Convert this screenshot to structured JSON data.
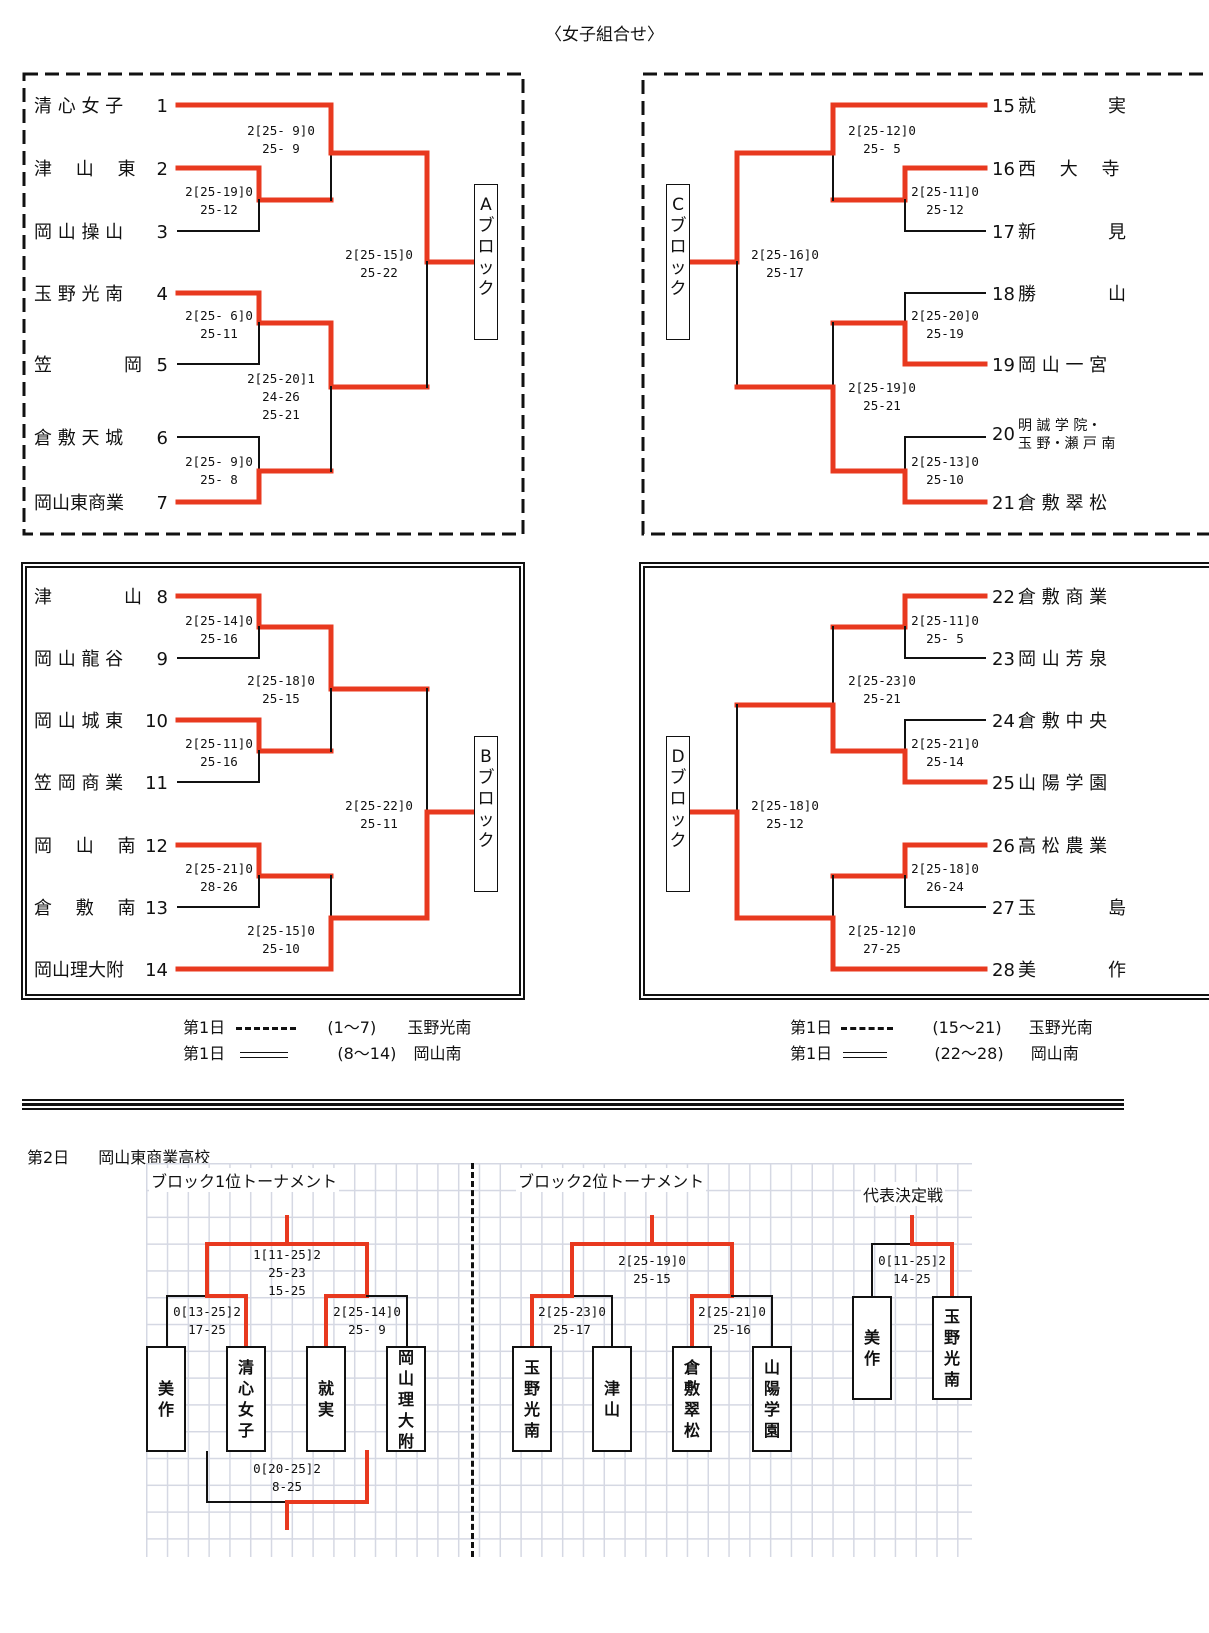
{
  "title": "〈女子組合せ〉",
  "colors": {
    "winner_line": "#e8391f",
    "loser_line": "#111111",
    "grid": "#d5d8e3"
  },
  "day1": {
    "blocks": [
      {
        "id": "A",
        "label": "Aブロック",
        "teams": [
          {
            "no": "1",
            "name": "清 心 女 子"
          },
          {
            "no": "2",
            "name": "津　 山　 東"
          },
          {
            "no": "3",
            "name": "岡 山 操 山"
          },
          {
            "no": "4",
            "name": "玉 野 光 南"
          },
          {
            "no": "5",
            "name": "笠　　　　岡"
          },
          {
            "no": "6",
            "name": "倉 敷 天 城"
          },
          {
            "no": "7",
            "name": "岡山東商業"
          }
        ],
        "scores": [
          "2[25- 9]0\n25- 9",
          "2[25-19]0\n25-12",
          "2[25-15]0\n25-22",
          "2[25- 6]0\n25-11",
          "2[25-20]1\n24-26\n25-21",
          "2[25- 9]0\n25- 8"
        ]
      },
      {
        "id": "B",
        "label": "Bブロック",
        "teams": [
          {
            "no": "8",
            "name": "津　　　　山"
          },
          {
            "no": "9",
            "name": "岡 山 龍 谷"
          },
          {
            "no": "10",
            "name": "岡 山 城 東"
          },
          {
            "no": "11",
            "name": "笠 岡 商 業"
          },
          {
            "no": "12",
            "name": "岡　 山　 南"
          },
          {
            "no": "13",
            "name": "倉　 敷　 南"
          },
          {
            "no": "14",
            "name": "岡山理大附"
          }
        ],
        "scores": [
          "2[25-14]0\n25-16",
          "2[25-18]0\n25-15",
          "2[25-11]0\n25-16",
          "2[25-22]0\n25-11",
          "2[25-21]0\n28-26",
          "2[25-15]0\n25-10"
        ]
      },
      {
        "id": "C",
        "label": "Cブロック",
        "teams": [
          {
            "no": "15",
            "name": "就　　　　実"
          },
          {
            "no": "16",
            "name": "西　 大　 寺"
          },
          {
            "no": "17",
            "name": "新　　　　見"
          },
          {
            "no": "18",
            "name": "勝　　　　山"
          },
          {
            "no": "19",
            "name": "岡 山 一 宮"
          },
          {
            "no": "20",
            "name": "明 誠 学 院・",
            "name2": "玉 野・瀬 戸 南"
          },
          {
            "no": "21",
            "name": "倉 敷 翠 松"
          }
        ],
        "scores": [
          "2[25-12]0\n25- 5",
          "2[25-11]0\n25-12",
          "2[25-16]0\n25-17",
          "2[25-20]0\n25-19",
          "2[25-19]0\n25-21",
          "2[25-13]0\n25-10"
        ]
      },
      {
        "id": "D",
        "label": "Dブロック",
        "teams": [
          {
            "no": "22",
            "name": "倉 敷 商 業"
          },
          {
            "no": "23",
            "name": "岡 山 芳 泉"
          },
          {
            "no": "24",
            "name": "倉 敷 中 央"
          },
          {
            "no": "25",
            "name": "山 陽 学 園"
          },
          {
            "no": "26",
            "name": "高 松 農 業"
          },
          {
            "no": "27",
            "name": "玉　　　　島"
          },
          {
            "no": "28",
            "name": "美　　　　作"
          }
        ],
        "scores": [
          "2[25-11]0\n25- 5",
          "2[25-23]0\n25-21",
          "2[25-21]0\n25-14",
          "2[25-18]0\n25-12",
          "2[25-18]0\n26-24",
          "2[25-12]0\n27-25"
        ]
      }
    ],
    "legend": [
      {
        "day": "第1日",
        "style": "- - - ·",
        "range": "(1～7)",
        "venue": "玉野光南"
      },
      {
        "day": "第1日",
        "style": "══",
        "range": "(8～14)",
        "venue": "岡山南"
      },
      {
        "day": "第1日",
        "style": "- - -",
        "range": "(15～21)",
        "venue": "玉野光南"
      },
      {
        "day": "第1日",
        "style": "══",
        "range": "(22～28)",
        "venue": "岡山南"
      }
    ]
  },
  "day2": {
    "day": "第2日",
    "venue": "岡山東商業高校",
    "first_place": {
      "title": "ブロック1位トーナメント",
      "teams": [
        "美作",
        "清心女子",
        "就実",
        "岡山理大附"
      ],
      "scores": {
        "semi_left": "0[13-25]2\n17-25",
        "semi_right": "2[25-14]0\n25- 9",
        "final": "1[11-25]2\n25-23\n15-25",
        "third_place": "0[20-25]2\n8-25"
      }
    },
    "second_place": {
      "title": "ブロック2位トーナメント",
      "teams": [
        "玉野光南",
        "津山",
        "倉敷翠松",
        "山陽学園"
      ],
      "scores": {
        "semi_left": "2[25-23]0\n25-17",
        "semi_right": "2[25-21]0\n25-16",
        "final": "2[25-19]0\n25-15"
      }
    },
    "representative": {
      "title": "代表決定戦",
      "teams": [
        "美作",
        "玉野光南"
      ],
      "score": "0[11-25]2\n14-25"
    }
  }
}
